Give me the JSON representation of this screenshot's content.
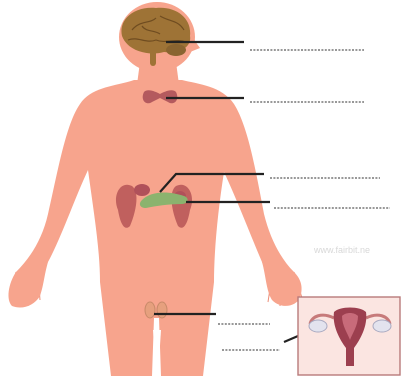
{
  "watermark": "www.fairbit.ne",
  "colors": {
    "skin": "#f7a48d",
    "skin_edge": "#ec8e78",
    "brain": "#9e7336",
    "gland": "#b45a5e",
    "leader": "#222222",
    "blank": "#777777",
    "inset_bg": "#fbe5e1",
    "inset_border": "#b87a7a"
  },
  "labels": [
    {
      "name": "pituitary",
      "text": ""
    },
    {
      "name": "thyroid",
      "text": ""
    },
    {
      "name": "pancreas",
      "text": ""
    },
    {
      "name": "adrenal",
      "text": ""
    },
    {
      "name": "testis",
      "text": ""
    },
    {
      "name": "ovary",
      "text": ""
    }
  ]
}
